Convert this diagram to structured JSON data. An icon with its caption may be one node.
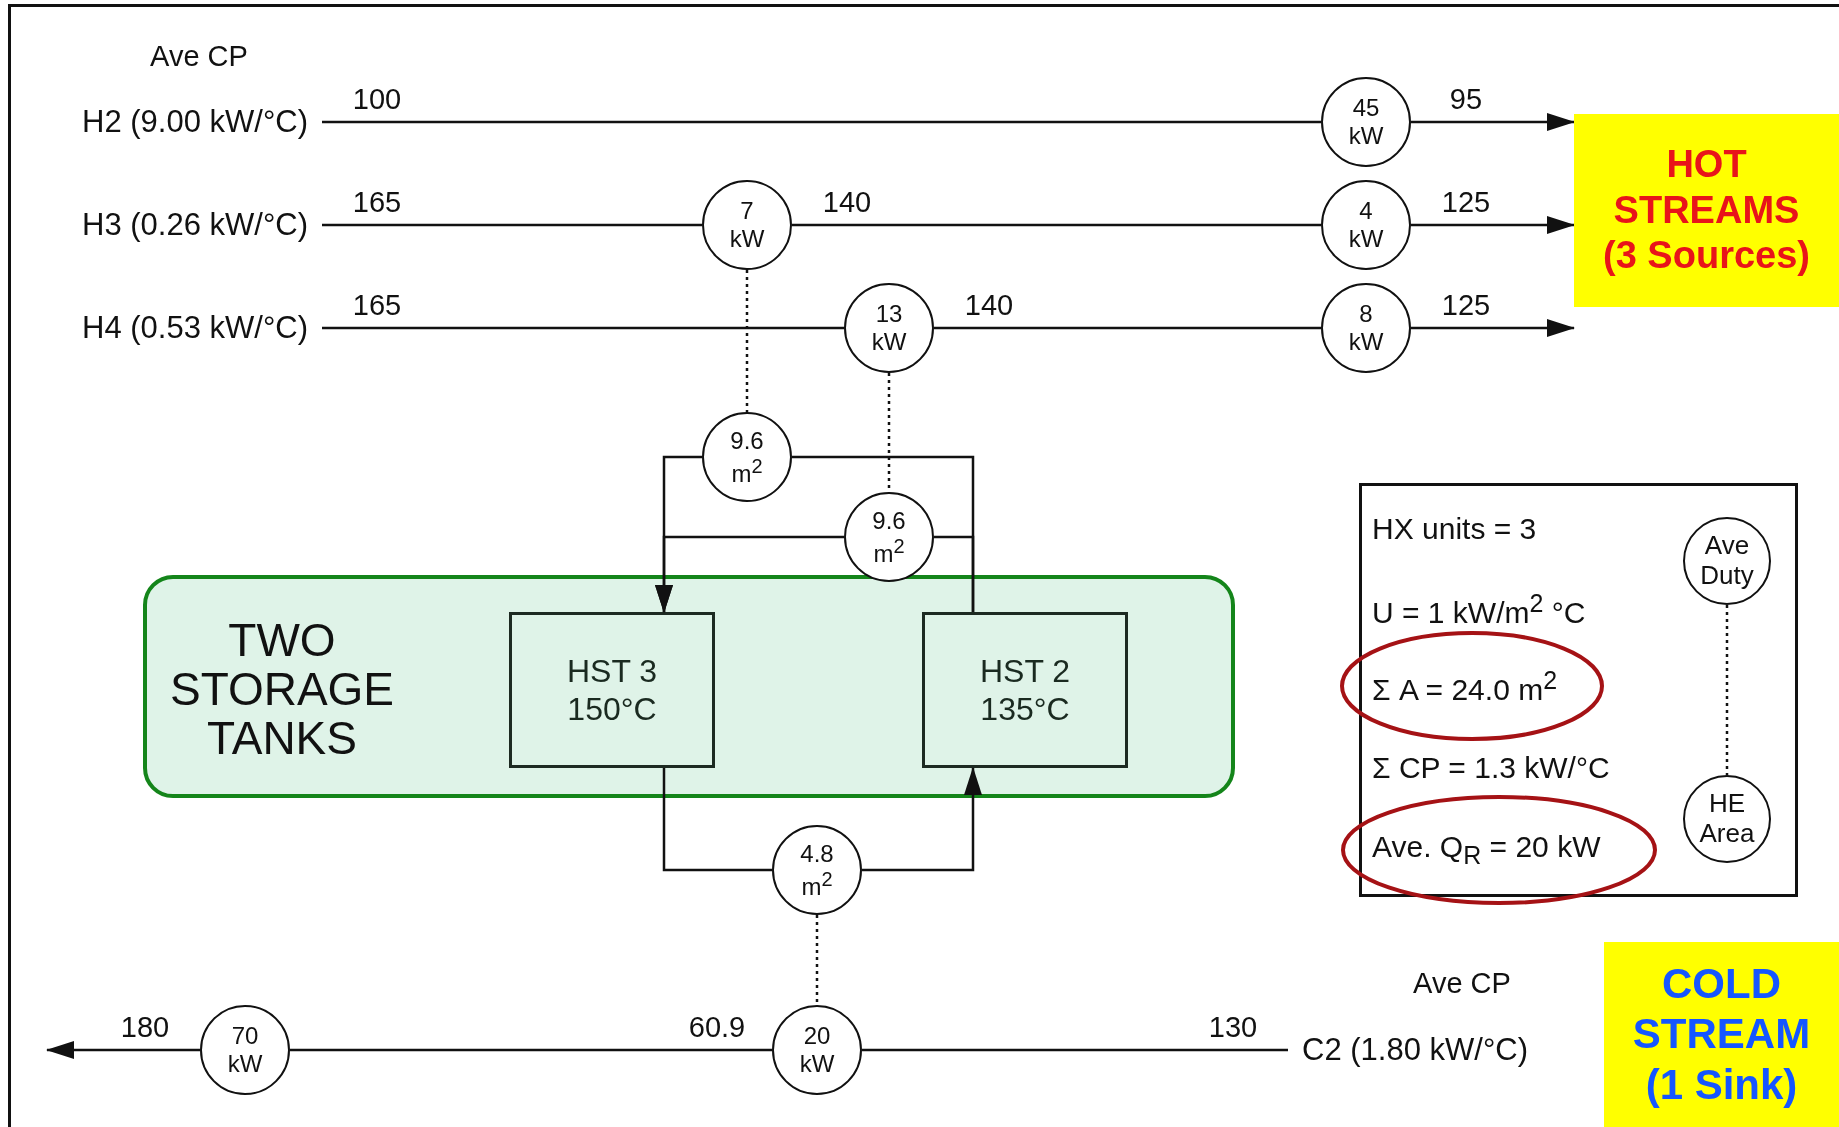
{
  "diagram": {
    "nodes": [
      {
        "text": [
          "H2 (9.00 kW/°C)"
        ]
      },
      {
        "text": [
          "45 kW"
        ]
      },
      {
        "text": [
          "H3 (0.26 kW/°C)"
        ]
      },
      {
        "text": [
          "7 kW"
        ]
      },
      {
        "text": [
          "4 kW"
        ]
      },
      {
        "text": [
          "H4 (0.53 kW/°C)"
        ]
      },
      {
        "text": [
          "13 kW"
        ]
      },
      {
        "text": [
          "8 kW"
        ]
      },
      {
        "text": [
          "HOT STREAMS (3 Sources)"
        ]
      },
      {
        "text": [
          "9.6 m$^{2}$"
        ]
      },
      {
        "text": [
          "9.6 m$^{2}$"
        ]
      },
      {
        "text": [
          "TWO STORAGE TANKS"
        ]
      },
      {
        "text": [
          "HST 3 150°C"
        ],
        "in": 11
      },
      {
        "text": [
          "HST 2 135°C"
        ],
        "in": 11
      },
      {
        "text": [
          "4.8 m$^{2}$"
        ]
      },
      {
        "text": [
          "HX units = 3",
          "U = 1 kW/m$^{2}$ °C",
          "Σ CP = 1.3 kW/°C"
        ]
      },
      {
        "text": [
          "Σ A = 24.0 m$^{2}$"
        ]
      },
      {
        "text": [
          "Ave. Q$_{R}$ = 20 kW"
        ]
      },
      {
        "text": [
          "Ave Duty"
        ],
        "in": 15
      },
      {
        "text": [
          "HE Area"
        ],
        "in": 15
      },
      {
        "text": [
          "70 kW"
        ]
      },
      {
        "text": [
          "20 kW"
        ]
      },
      {
        "text": [
          "C2 (1.80 kW/°C)"
        ]
      },
      {
        "text": [
          "COLD STREAM (1 Sink)"
        ]
      }
    ],
    "edges": [
      {
        "from": 0,
        "to": 1,
        "arrow": "none",
        "label": "100"
      },
      {
        "from": 1,
        "to": 8,
        "arrow": "to",
        "label": "95"
      },
      {
        "from": 2,
        "to": 3,
        "arrow": "none",
        "label": "165"
      },
      {
        "from": 3,
        "to": 4,
        "arrow": "none",
        "label": "140"
      },
      {
        "from": 4,
        "to": 8,
        "arrow": "to",
        "label": "125"
      },
      {
        "from": 5,
        "to": 6,
        "arrow": "none",
        "label": "165"
      },
      {
        "from": 6,
        "to": 7,
        "arrow": "none",
        "label": "140"
      },
      {
        "from": 7,
        "to": 8,
        "arrow": "to",
        "label": "125"
      },
      {
        "from": 3,
        "to": 9,
        "arrow": "none",
        "style": "dashed"
      },
      {
        "from": 6,
        "to": 10,
        "arrow": "none",
        "style": "dashed"
      },
      {
        "from": 13,
        "to": 9,
        "arrow": "none"
      },
      {
        "from": 9,
        "to": 12,
        "arrow": "to"
      },
      {
        "from": 13,
        "to": 10,
        "arrow": "none"
      },
      {
        "from": 10,
        "to": 12,
        "arrow": "to"
      },
      {
        "from": 12,
        "to": 14,
        "arrow": "none"
      },
      {
        "from": 14,
        "to": 13,
        "arrow": "to"
      },
      {
        "from": 14,
        "to": 21,
        "arrow": "none",
        "style": "dashed"
      },
      {
        "from": 22,
        "to": 21,
        "arrow": "none",
        "label": "130"
      },
      {
        "from": 21,
        "to": 20,
        "arrow": "none",
        "label": "60.9"
      },
      {
        "from": 20,
        "to": null,
        "arrow": "to",
        "label": "180"
      },
      {
        "from": 18,
        "to": 19,
        "arrow": "none",
        "style": "dashed"
      }
    ],
    "labels": [
      "Ave CP",
      "Ave CP"
    ]
  }
}
